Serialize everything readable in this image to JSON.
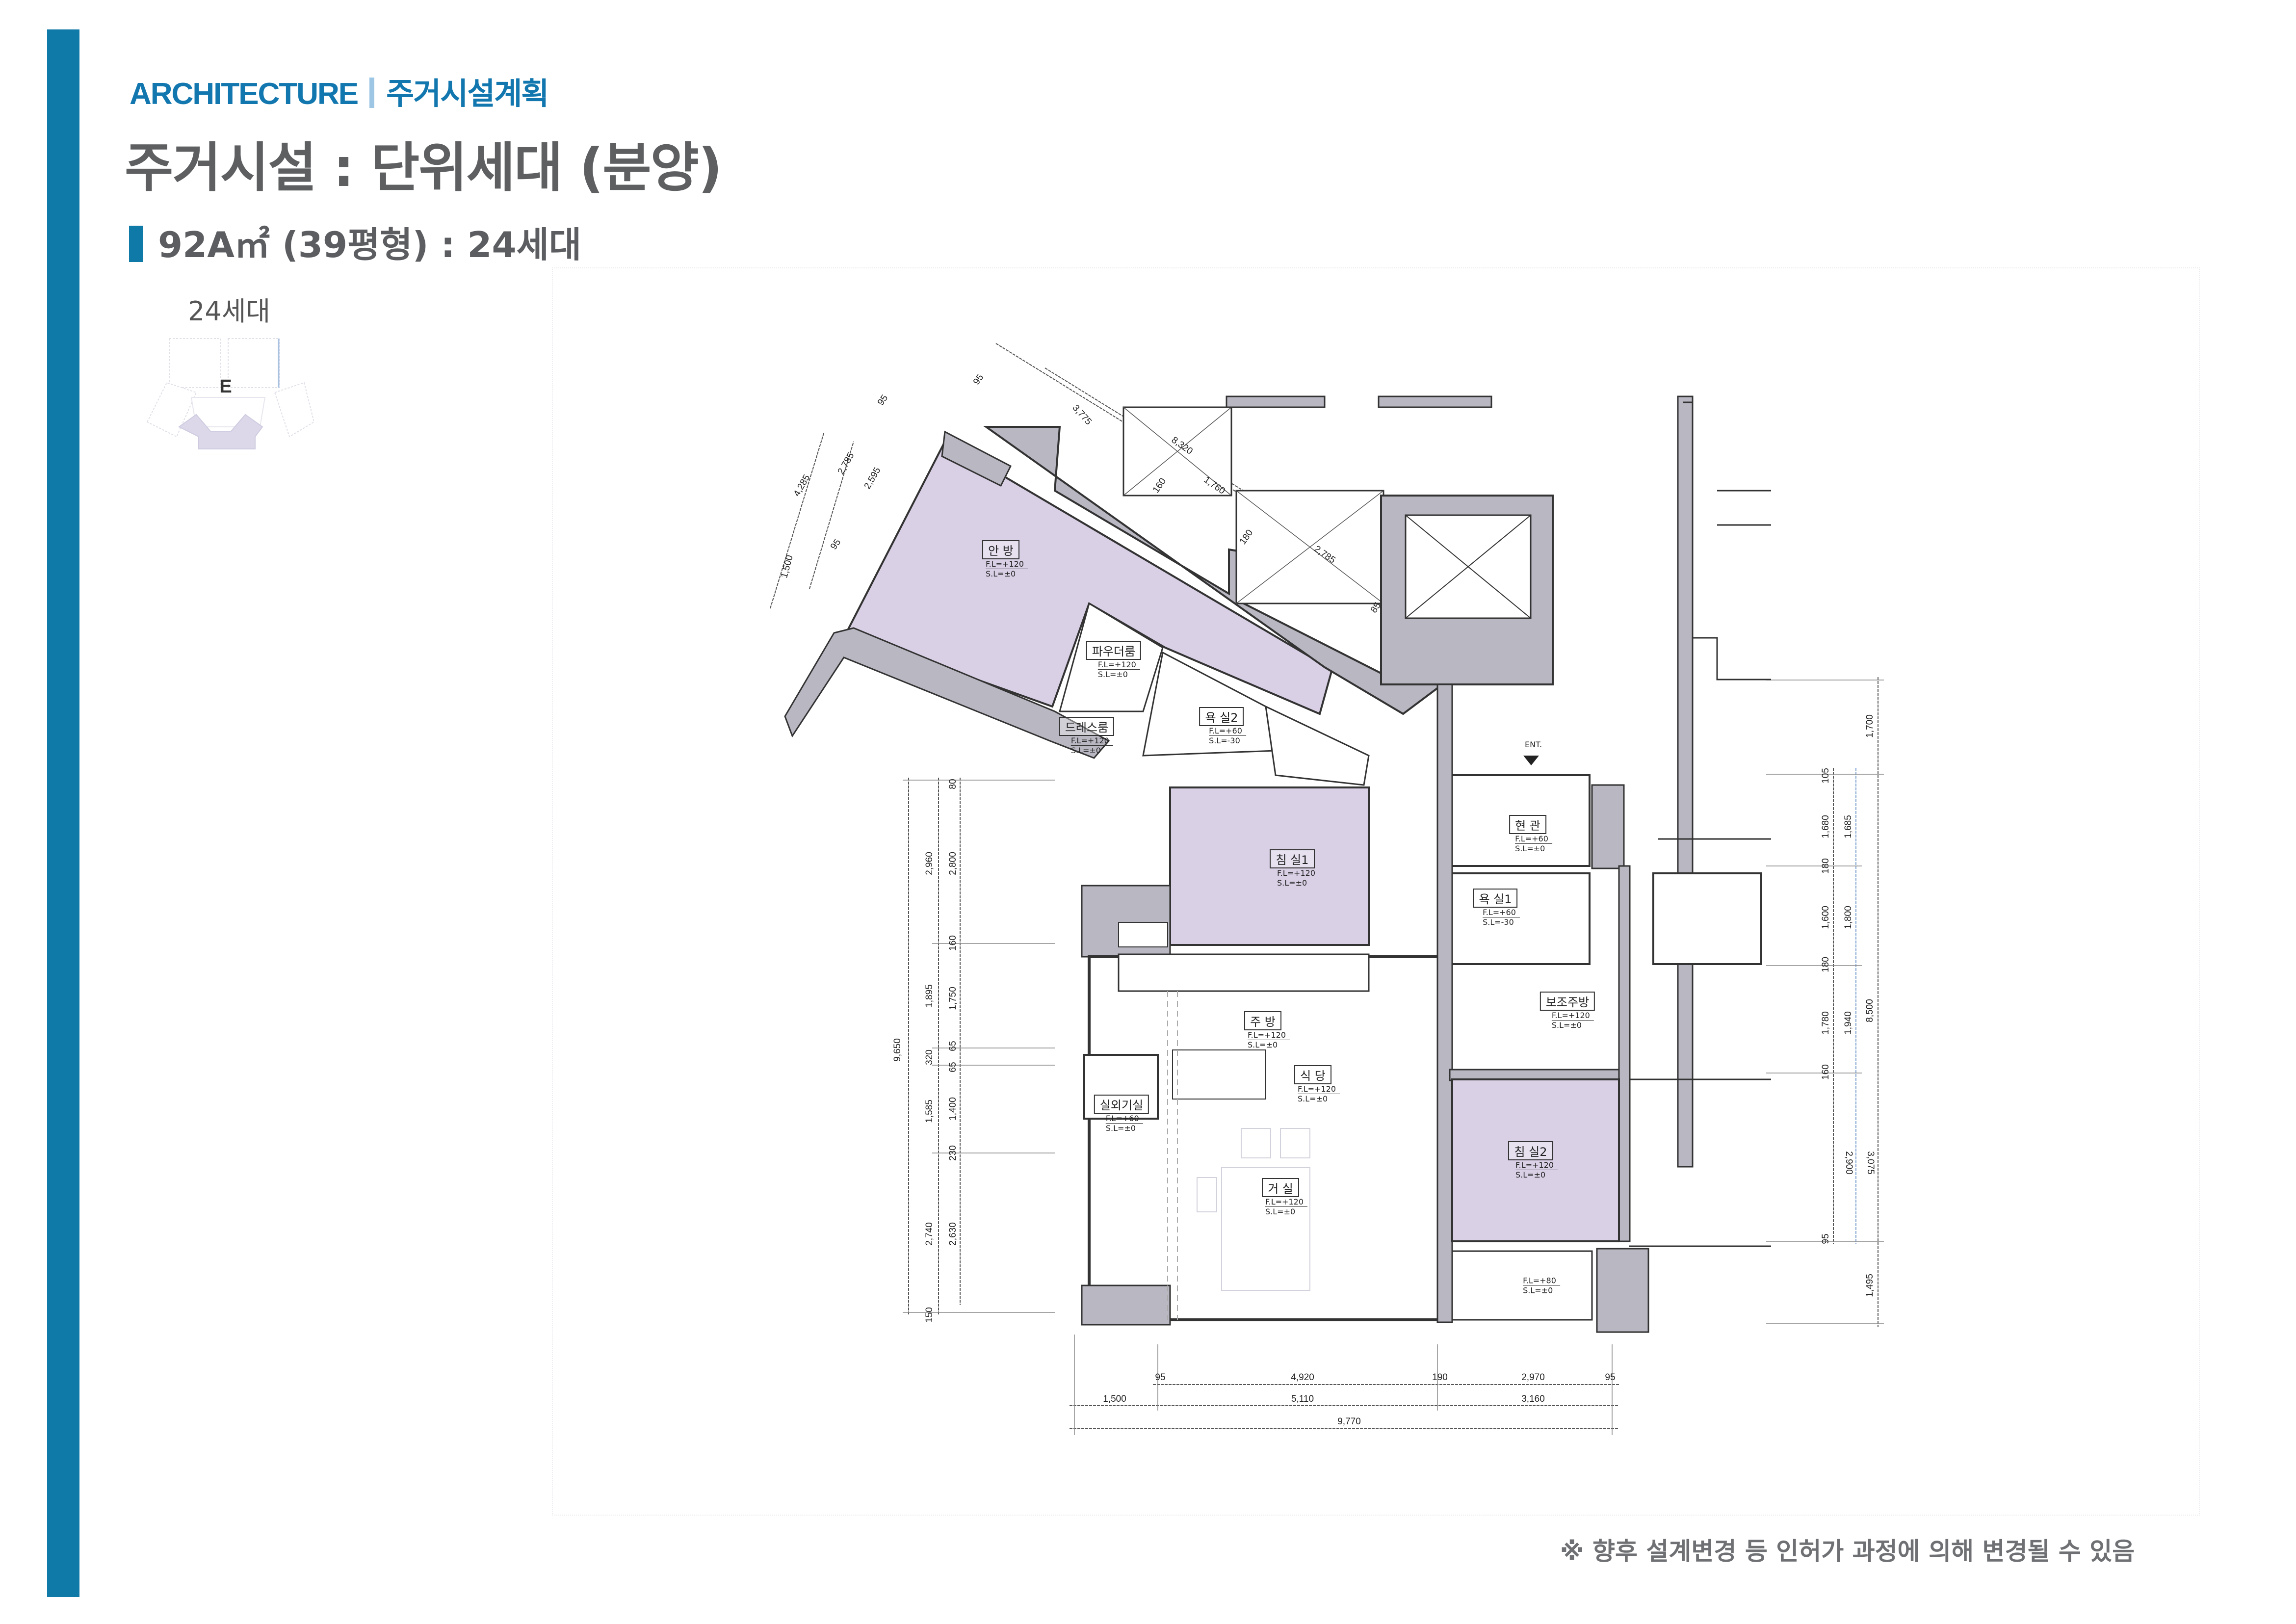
{
  "header": {
    "section": "ARCHITECTURE",
    "subsection": "주거시설계획"
  },
  "title": "주거시설 : 단위세대 (분양)",
  "unit": {
    "heading": "92A㎡ (39평형) : 24세대"
  },
  "keyplan": {
    "label": "24세대",
    "unit_letter": "E"
  },
  "plan": {
    "entrance_label": "ENT.",
    "rooms": [
      {
        "name": "안 방",
        "fl": "F.L=+120",
        "sl": "S.L=±0"
      },
      {
        "name": "파우더룸",
        "fl": "F.L=+120",
        "sl": "S.L=±0"
      },
      {
        "name": "드레스룸",
        "fl": "F.L=+120",
        "sl": "S.L=±0"
      },
      {
        "name": "욕 실2",
        "fl": "F.L=+60",
        "sl": "S.L=-30"
      },
      {
        "name": "침 실1",
        "fl": "F.L=+120",
        "sl": "S.L=±0"
      },
      {
        "name": "현 관",
        "fl": "F.L=+60",
        "sl": "S.L=±0"
      },
      {
        "name": "욕 실1",
        "fl": "F.L=+60",
        "sl": "S.L=-30"
      },
      {
        "name": "보조주방",
        "fl": "F.L=+120",
        "sl": "S.L=±0"
      },
      {
        "name": "주 방",
        "fl": "F.L=+120",
        "sl": "S.L=±0"
      },
      {
        "name": "식 당",
        "fl": "F.L=+120",
        "sl": "S.L=±0"
      },
      {
        "name": "실외기실",
        "fl": "F.L=+60",
        "sl": "S.L=±0"
      },
      {
        "name": "거 실",
        "fl": "F.L=+120",
        "sl": "S.L=±0"
      },
      {
        "name": "침 실2",
        "fl": "F.L=+120",
        "sl": "S.L=±0"
      },
      {
        "name": "",
        "fl": "F.L=+80",
        "sl": "S.L=±0"
      }
    ],
    "dimensions": {
      "left_total": [
        "9,650"
      ],
      "left_outer": [
        "2,960",
        "1,895",
        "320",
        "1,585",
        "2,740",
        "150"
      ],
      "left_inner": [
        "80",
        "2,800",
        "160",
        "1,750",
        "65",
        "65",
        "1,400",
        "230",
        "2,630"
      ],
      "right_inner": [
        "105",
        "1,680",
        "180",
        "1,600",
        "180",
        "1,780",
        "160",
        "2,900",
        "95"
      ],
      "right_middle": [
        "1,685",
        "1,800",
        "1,940",
        "3,075"
      ],
      "right_outer": [
        "1,700",
        "8,500",
        "1,495"
      ],
      "bottom_row1": [
        "95",
        "4,920",
        "190",
        "2,970",
        "95"
      ],
      "bottom_row2": [
        "1,500",
        "5,110",
        "3,160"
      ],
      "bottom_total": [
        "9,770"
      ],
      "angled": [
        "3,775",
        "8,320",
        "1,760",
        "160",
        "180",
        "2,785",
        "85",
        "95",
        "95",
        "95",
        "2,785",
        "2,595",
        "4,285",
        "1,500"
      ]
    }
  },
  "note": "※ 향후 설계변경 등 인허가 과정에 의해 변경될 수 있음",
  "colors": {
    "accent": "#0f79a8",
    "room_fill": "#d9d0e6",
    "wall": "#b9b7c2",
    "text_gray": "#5d5f61"
  }
}
